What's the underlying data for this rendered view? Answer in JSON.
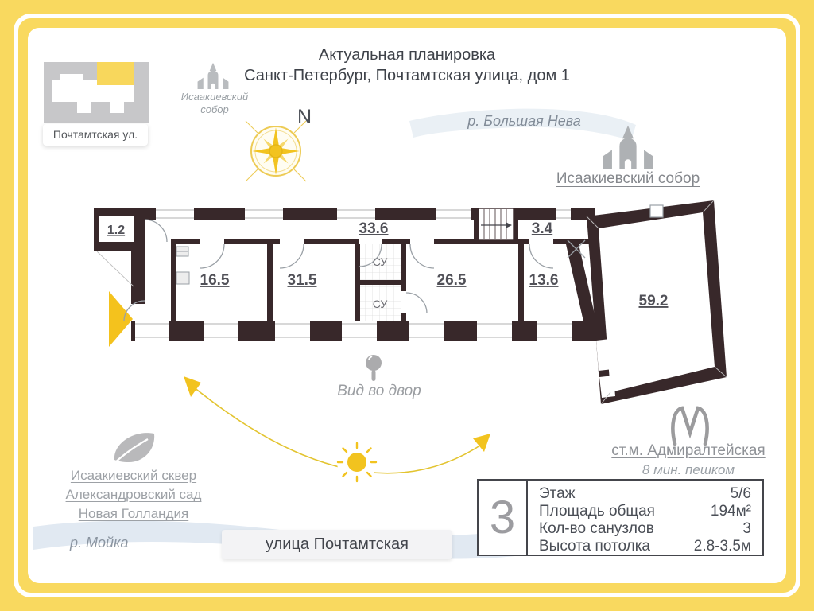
{
  "header": {
    "line1": "Актуальная планировка",
    "line2": "Санкт-Петербург, Почтамтская улица, дом 1"
  },
  "logo": {
    "street": "Почтамтская ул."
  },
  "landmarks": {
    "compass_n": "N",
    "cathedral_small_1": "Исаакиевский",
    "cathedral_small_2": "собор",
    "cathedral_large": "Исаакиевский собор",
    "river_top": "р. Большая Нева",
    "river_bottom": "р. Мойка",
    "street_pill": "улица Почтамтская",
    "courtyard": "Вид во двор",
    "parks": [
      "Исаакиевский сквер",
      "Александровский сад",
      "Новая Голландия"
    ]
  },
  "plan": {
    "rooms": [
      {
        "name": "entry-hall",
        "label": "1.2"
      },
      {
        "name": "corridor",
        "label": "33.6"
      },
      {
        "name": "hall",
        "label": "3.4"
      },
      {
        "name": "room-16-5",
        "label": "16.5"
      },
      {
        "name": "room-31-5",
        "label": "31.5"
      },
      {
        "name": "room-26-5",
        "label": "26.5"
      },
      {
        "name": "room-13-6",
        "label": "13.6"
      },
      {
        "name": "room-59-2",
        "label": "59.2"
      },
      {
        "name": "wc-top",
        "label": "СУ"
      },
      {
        "name": "wc-bottom",
        "label": "СУ"
      }
    ]
  },
  "metro": {
    "station": "ст.м. Адмиралтейская",
    "walk": "8 мин. пешком"
  },
  "info": {
    "big": "3",
    "rows": [
      {
        "label": "Этаж",
        "value": "5/6"
      },
      {
        "label": "Площадь общая",
        "value": "194м²"
      },
      {
        "label": "Кол-во санузлов",
        "value": "3"
      },
      {
        "label": "Высота потолка",
        "value": "2.8-3.5м"
      }
    ]
  },
  "colors": {
    "frame_yellow": "#F9D95F",
    "gold_accent": "#F2C31F",
    "wall": "#38282A",
    "river": "#E4EBF3"
  }
}
